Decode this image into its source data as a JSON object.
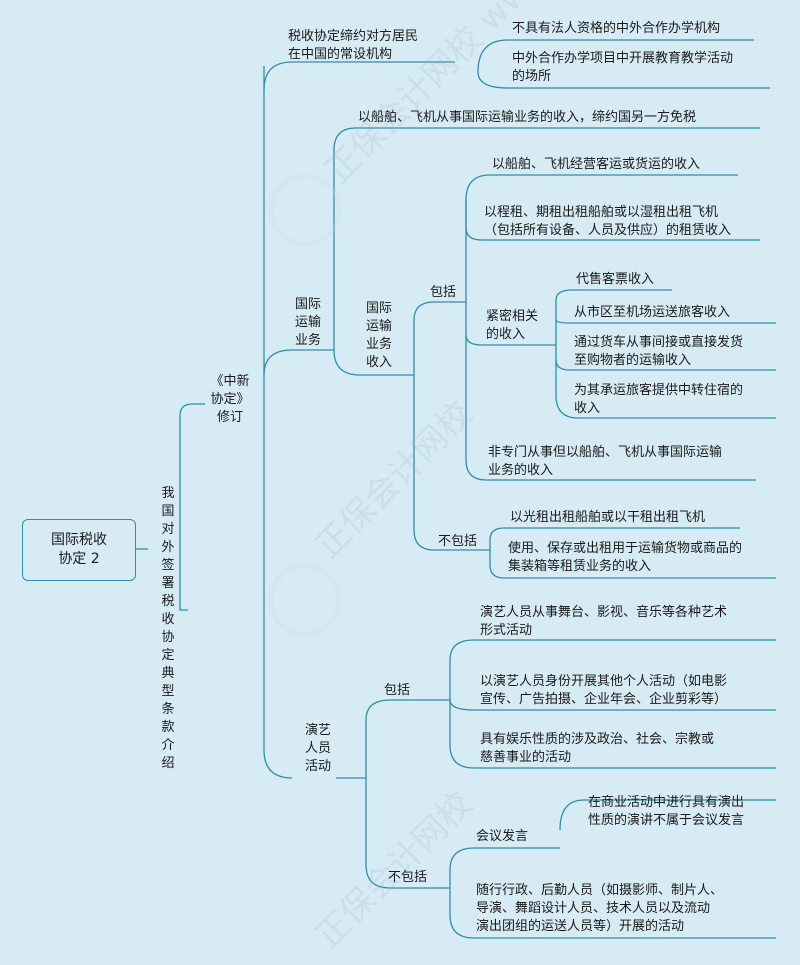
{
  "root": "国际税收\n协定 2",
  "level1": "我国对外签署税收协定典型条款介绍",
  "level2": "《中新\n协定》\n修订",
  "resident": {
    "label": "税收协定缔约对方居民\n在中国的常设机构",
    "items": [
      "不具有法人资格的中外合作办学机构",
      "中外合作办学项目中开展教育教学活动\n的场所"
    ]
  },
  "transport": {
    "label": "国际\n运输\n业务",
    "exempt": "以船舶、飞机从事国际运输业务的收入，缔约国另一方免税",
    "income_label": "国际\n运输\n业务\n收入",
    "include_label": "包括",
    "include_items": [
      "以船舶、飞机经营客运或货运的收入",
      "以程租、期租出租船舶或以湿租出租飞机\n（包括所有设备、人员及供应）的租赁收入",
      "非专门从事但以船舶、飞机从事国际运输\n业务的收入"
    ],
    "related_label": "紧密相关\n的收入",
    "related_items": [
      "代售客票收入",
      "从市区至机场运送旅客收入",
      "通过货车从事间接或直接发货\n至购物者的运输收入",
      "为其承运旅客提供中转住宿的\n收入"
    ],
    "exclude_label": "不包括",
    "exclude_items": [
      "以光租出租船舶或以干租出租飞机",
      "使用、保存或出租用于运输货物或商品的\n集装箱等租赁业务的收入"
    ]
  },
  "performer": {
    "label": "演艺\n人员\n活动",
    "include_label": "包括",
    "include_items": [
      "演艺人员从事舞台、影视、音乐等各种艺术\n形式活动",
      "以演艺人员身份开展其他个人活动（如电影\n宣传、广告拍摄、企业年会、企业剪彩等）",
      "具有娱乐性质的涉及政治、社会、宗教或\n慈善事业的活动"
    ],
    "exclude_label": "不包括",
    "meeting_label": "会议发言",
    "meeting_item": "在商业活动中进行具有演出\n性质的演讲不属于会议发言",
    "staff_item": "随行行政、后勤人员（如摄影师、制片人、\n导演、舞蹈设计人员、技术人员以及流动\n演出团组的运送人员等）开展的活动"
  },
  "watermark": "正保会计网校 www.chinaacc.com",
  "colors": {
    "line": "#2f8fa8",
    "background": "#d6ebf4",
    "text": "#1a1a1a"
  }
}
